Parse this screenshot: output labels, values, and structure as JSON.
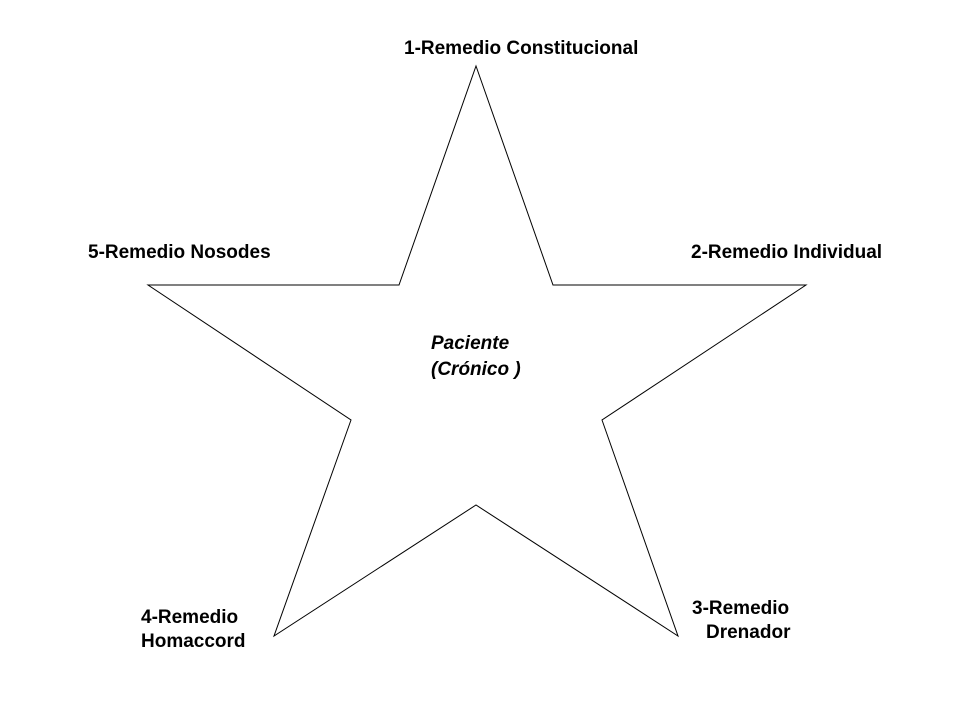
{
  "diagram": {
    "points": [
      {
        "lines": [
          "1-Remedio Constitucional"
        ]
      },
      {
        "lines": [
          "2-Remedio Individual"
        ]
      },
      {
        "lines": [
          "3-Remedio",
          "Drenador"
        ]
      },
      {
        "lines": [
          "4-Remedio",
          "Homaccord"
        ]
      },
      {
        "lines": [
          "5-Remedio Nosodes"
        ]
      }
    ],
    "center": {
      "lines": [
        "Paciente",
        "(Crónico )"
      ]
    },
    "colors": {
      "stroke": "#000000",
      "fill": "#ffffff",
      "text": "#000000"
    }
  }
}
